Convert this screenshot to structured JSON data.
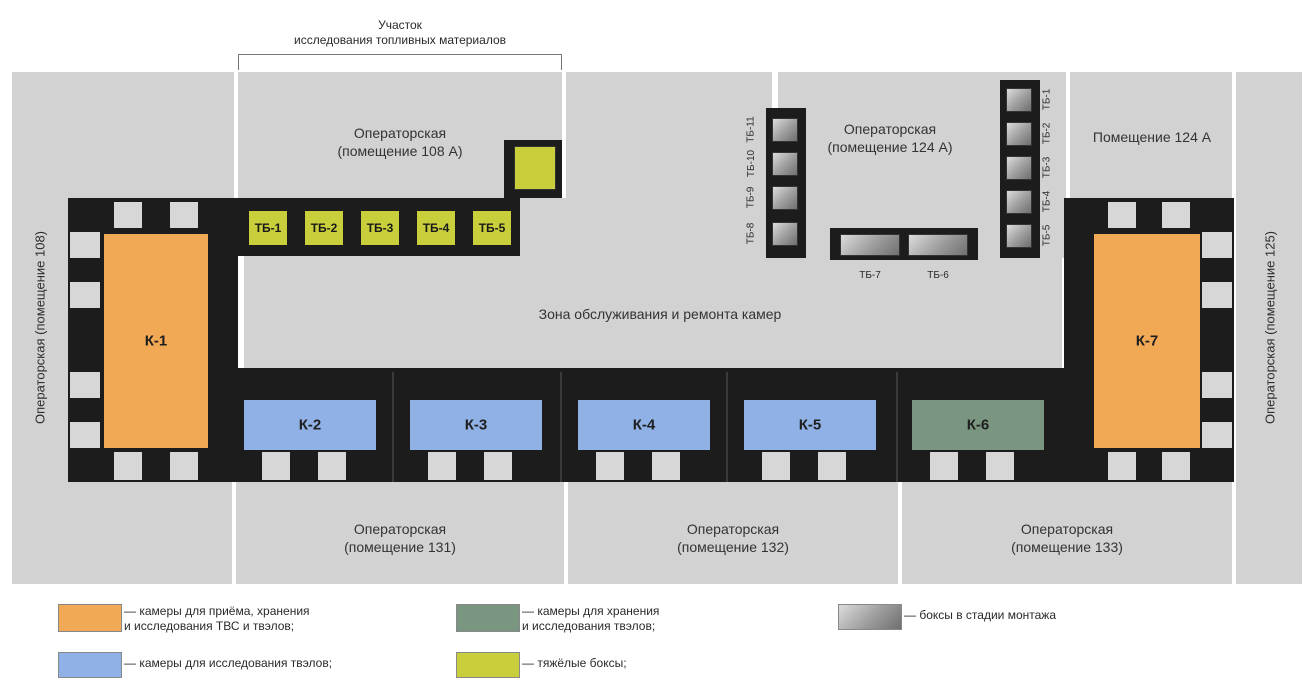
{
  "header": {
    "section_label_line1": "Участок",
    "section_label_line2": "исследования топливных материалов"
  },
  "rooms": {
    "op108a": "Операторская\n(помещение 108 А)",
    "op124a": "Операторская\n(помещение 124 А)",
    "r124a": "Помещение 124 А",
    "op108": "Операторская (помещение 108)",
    "op125": "Операторская (помещение 125)",
    "op131": "Операторская\n(помещение 131)",
    "op132": "Операторская\n(помещение 132)",
    "op133": "Операторская\n(помещение 133)"
  },
  "zone_label": "Зона обслуживания и ремонта камер",
  "chambers": [
    "К-1",
    "К-2",
    "К-3",
    "К-4",
    "К-5",
    "К-6",
    "К-7"
  ],
  "heavy_boxes": [
    "ТБ-1",
    "ТБ-2",
    "ТБ-3",
    "ТБ-4",
    "ТБ-5"
  ],
  "mount_boxes_bottom": [
    "ТБ-7",
    "ТБ-6"
  ],
  "mount_boxes_left": [
    "ТБ-8",
    "ТБ-9",
    "ТБ-10",
    "ТБ-11"
  ],
  "mount_boxes_right": [
    "ТБ-5",
    "ТБ-4",
    "ТБ-3",
    "ТБ-2",
    "ТБ-1"
  ],
  "legend": {
    "orange": "— камеры для приёма, хранения\n   и исследования ТВС и твэлов;",
    "blue": "— камеры для исследования твэлов;",
    "green": "— камеры для хранения\n   и исследования твэлов;",
    "yellow": "— тяжёлые боксы;",
    "gray": "— боксы в стадии монтажа"
  },
  "colors": {
    "orange": "#f2a955",
    "blue": "#8fb1e6",
    "green": "#7b9680",
    "yellow": "#c8cf3a",
    "dark": "#1c1c1c",
    "room": "#d2d2d2"
  }
}
